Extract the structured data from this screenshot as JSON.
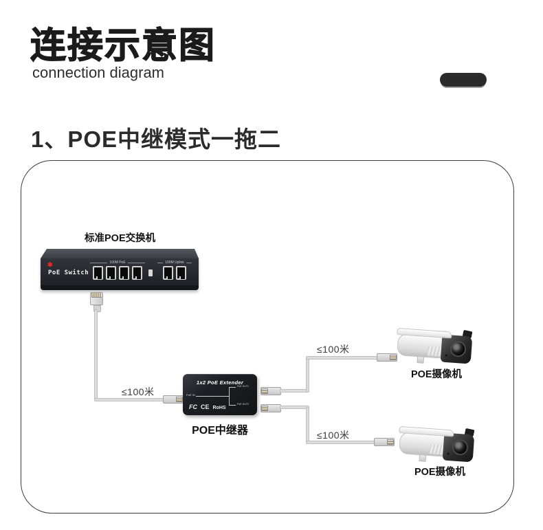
{
  "header": {
    "title": "连接示意图",
    "subtitle": "connection diagram"
  },
  "section": {
    "heading": "1、POE中继模式一拖二"
  },
  "diagram": {
    "switch": {
      "label": "标准POE交换机",
      "brand_mark": "✽",
      "name": "PoE Switch",
      "left_ports_label": "100M PoE",
      "right_ports_label": "100M Uplink"
    },
    "extender": {
      "title": "1x2 PoE Extender",
      "port_in": "PoE IN",
      "port_out1": "PoE OUT1",
      "port_out2": "PoE OUT2",
      "cert_fcc": "FC",
      "cert_ce": "CE",
      "cert_rohs": "RoHS",
      "label": "POE中继器"
    },
    "cables": {
      "switch_to_extender": "≤100米",
      "extender_to_cam1": "≤100米",
      "extender_to_cam2": "≤100米"
    },
    "cameras": [
      {
        "label": "POE摄像机"
      },
      {
        "label": "POE摄像机"
      }
    ]
  },
  "colors": {
    "brand_red": "#e5252b",
    "device_dark": "#1e1f24",
    "cable_gray": "#dcdcdc",
    "panel_border": "#3c3c3c",
    "pill_dark": "#2b2b2b"
  }
}
